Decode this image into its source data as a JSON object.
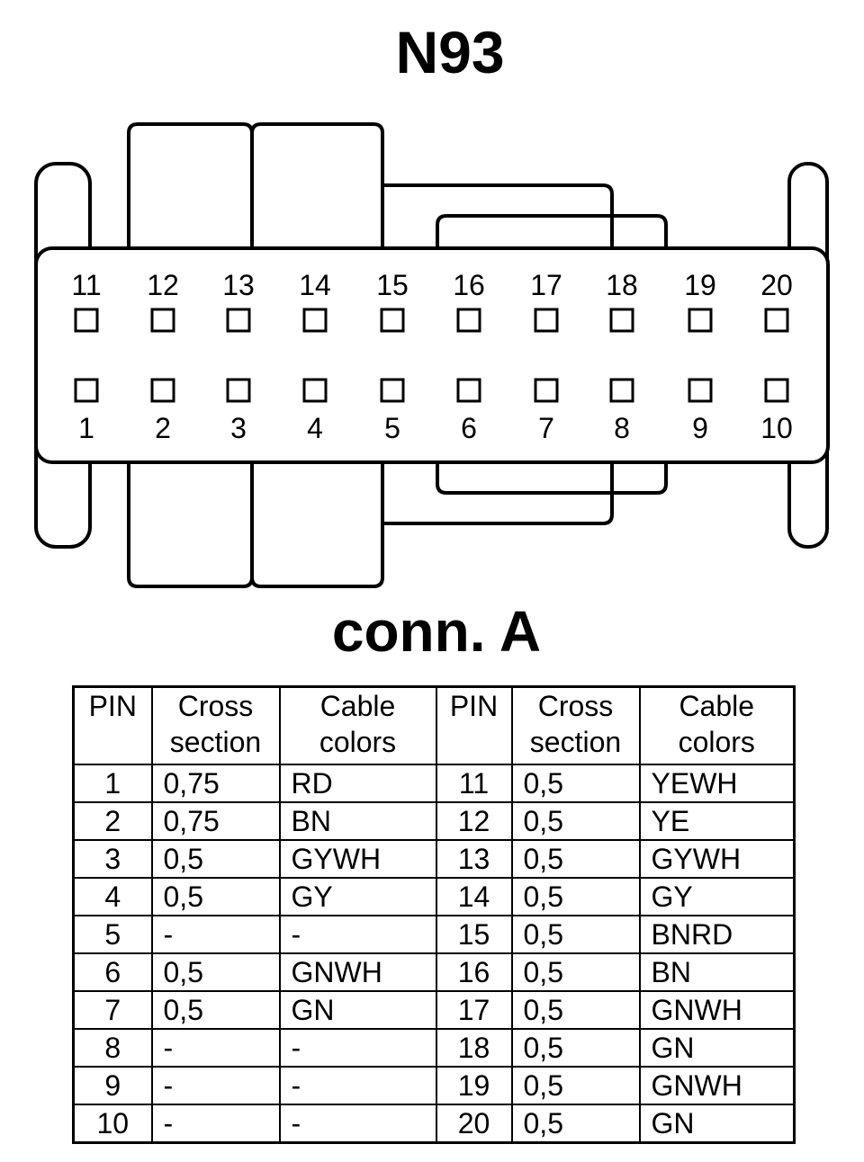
{
  "title": "N93",
  "subtitle": "conn. A",
  "connector": {
    "top_row": [
      "11",
      "12",
      "13",
      "14",
      "15",
      "16",
      "17",
      "18",
      "19",
      "20"
    ],
    "bottom_row": [
      "1",
      "2",
      "3",
      "4",
      "5",
      "6",
      "7",
      "8",
      "9",
      "10"
    ]
  },
  "table": {
    "headers": [
      "PIN",
      "Cross section",
      "Cable colors",
      "PIN",
      "Cross section",
      "Cable colors"
    ],
    "rows": [
      [
        "1",
        "0,75",
        "RD",
        "11",
        "0,5",
        "YEWH"
      ],
      [
        "2",
        "0,75",
        "BN",
        "12",
        "0,5",
        "YE"
      ],
      [
        "3",
        "0,5",
        "GYWH",
        "13",
        "0,5",
        "GYWH"
      ],
      [
        "4",
        "0,5",
        "GY",
        "14",
        "0,5",
        "GY"
      ],
      [
        "5",
        "-",
        "-",
        "15",
        "0,5",
        "BNRD"
      ],
      [
        "6",
        "0,5",
        "GNWH",
        "16",
        "0,5",
        "BN"
      ],
      [
        "7",
        "0,5",
        "GN",
        "17",
        "0,5",
        "GNWH"
      ],
      [
        "8",
        "-",
        "-",
        "18",
        "0,5",
        "GN"
      ],
      [
        "9",
        "-",
        "-",
        "19",
        "0,5",
        "GNWH"
      ],
      [
        "10",
        "-",
        "-",
        "20",
        "0,5",
        "GN"
      ]
    ]
  }
}
